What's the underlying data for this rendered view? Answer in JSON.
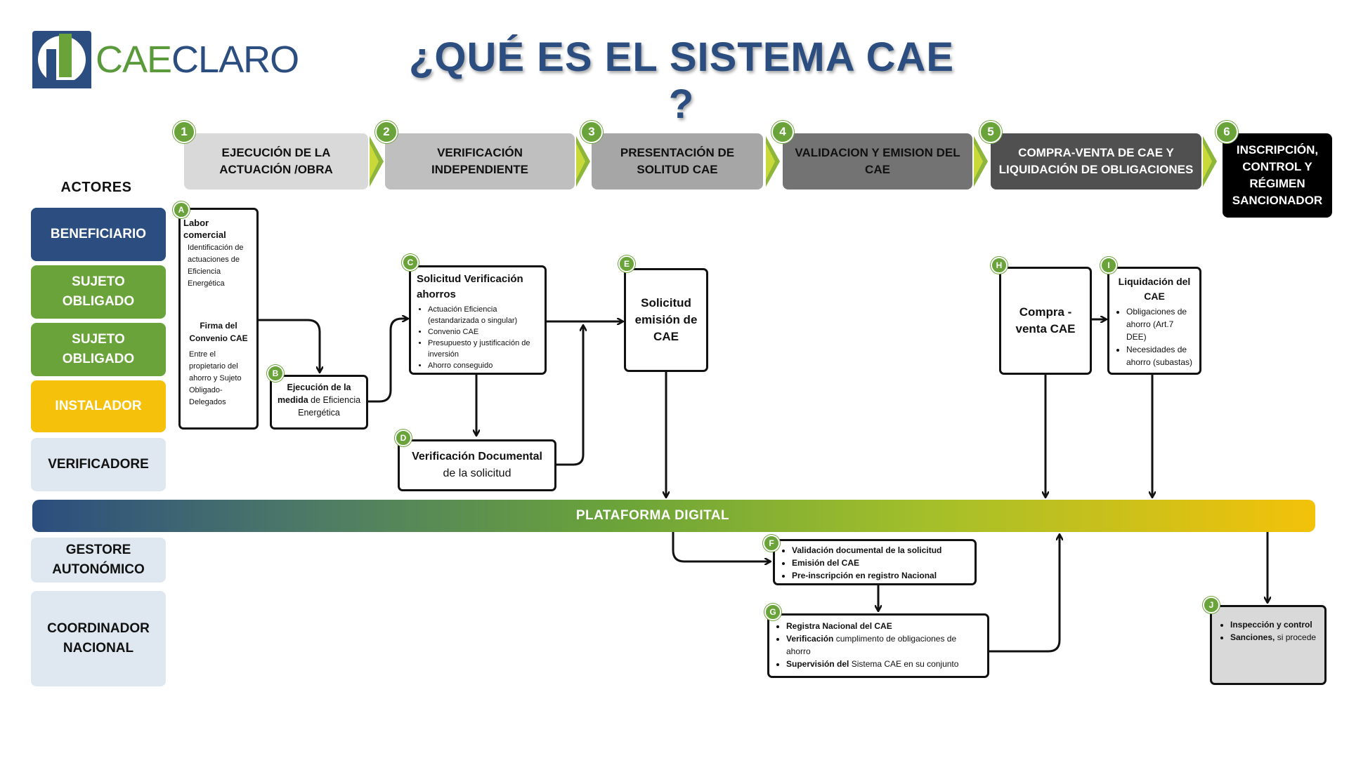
{
  "logo": {
    "text_part1": "CAE",
    "text_part2": "CLARO"
  },
  "title": "¿QUÉ ES EL SISTEMA CAE ?",
  "steps": [
    {
      "num": "1",
      "label": "EJECUCIÓN DE LA ACTUACIÓN /OBRA"
    },
    {
      "num": "2",
      "label": "VERIFICACIÓN INDEPENDIENTE"
    },
    {
      "num": "3",
      "label": "PRESENTACIÓN DE SOLITUD CAE"
    },
    {
      "num": "4",
      "label": "VALIDACION Y EMISION DEL CAE"
    },
    {
      "num": "5",
      "label": "COMPRA-VENTA DE CAE Y LIQUIDACIÓN DE OBLIGACIONES"
    },
    {
      "num": "6",
      "label": "INSCRIPCIÓN, CONTROL Y RÉGIMEN SANCIONADOR"
    }
  ],
  "actors": {
    "title": "ACTORES",
    "items": [
      {
        "label": "BENEFICIARIO"
      },
      {
        "label": "SUJETO OBLIGADO"
      },
      {
        "label": "SUJETO OBLIGADO"
      },
      {
        "label": "INSTALADOR"
      },
      {
        "label": "VERIFICADORE"
      },
      {
        "label": "GESTORE AUTONÓMICO"
      },
      {
        "label": "COORDINADOR NACIONAL"
      }
    ]
  },
  "boxes": {
    "A": {
      "letter": "A",
      "title1": "Labor comercial",
      "text1": "Identificación de actuaciones de Eficiencia Energética",
      "title2": "Firma del Convenio CAE",
      "text2": "Entre el propietario del ahorro y Sujeto Obligado-Delegados"
    },
    "B": {
      "letter": "B",
      "title": "Ejecución de la medida",
      "rest": " de Eficiencia Energética"
    },
    "C": {
      "letter": "C",
      "title": "Solicitud Verificación ahorros",
      "bullets": [
        "Actuación Eficiencia (estandarizada o singular)",
        "Convenio CAE",
        "Presupuesto y justificación de inversión",
        "Ahorro conseguido"
      ]
    },
    "D": {
      "letter": "D",
      "title": "Verificación Documental",
      "rest": "de la solicitud"
    },
    "E": {
      "letter": "E",
      "title": "Solicitud emisión de CAE"
    },
    "H": {
      "letter": "H",
      "title": "Compra -venta CAE"
    },
    "I": {
      "letter": "I",
      "title": "Liquidación del CAE",
      "bullets": [
        "Obligaciones de ahorro (Art.7 DEE)",
        "Necesidades de ahorro (subastas)"
      ]
    },
    "F": {
      "letter": "F",
      "bullets": [
        "Validación documental de la solicitud",
        "Emisión del CAE",
        "Pre-inscripción en registro Nacional"
      ]
    },
    "G": {
      "letter": "G",
      "b1": "Registra Nacional del CAE",
      "b2_bold": "Verificación",
      "b2_rest": " cumplimento de obligaciones de ahorro",
      "b3_bold": "Supervisión del",
      "b3_rest": " Sistema CAE en su conjunto"
    },
    "J": {
      "letter": "J",
      "b1": "Inspección y control",
      "b2_bold": "Sanciones,",
      "b2_rest": " si procede"
    }
  },
  "platform": {
    "label": "PLATAFORMA DIGITAL"
  },
  "colors": {
    "blue": "#2b4d7f",
    "green": "#6aa33a",
    "yellow": "#f6c10b",
    "light_blue": "#dfe8f0",
    "step1": "#d9d9d9",
    "step2": "#bfbfbf",
    "step3": "#a6a6a6",
    "step4": "#737373",
    "step5": "#505050",
    "step6": "#000000"
  }
}
